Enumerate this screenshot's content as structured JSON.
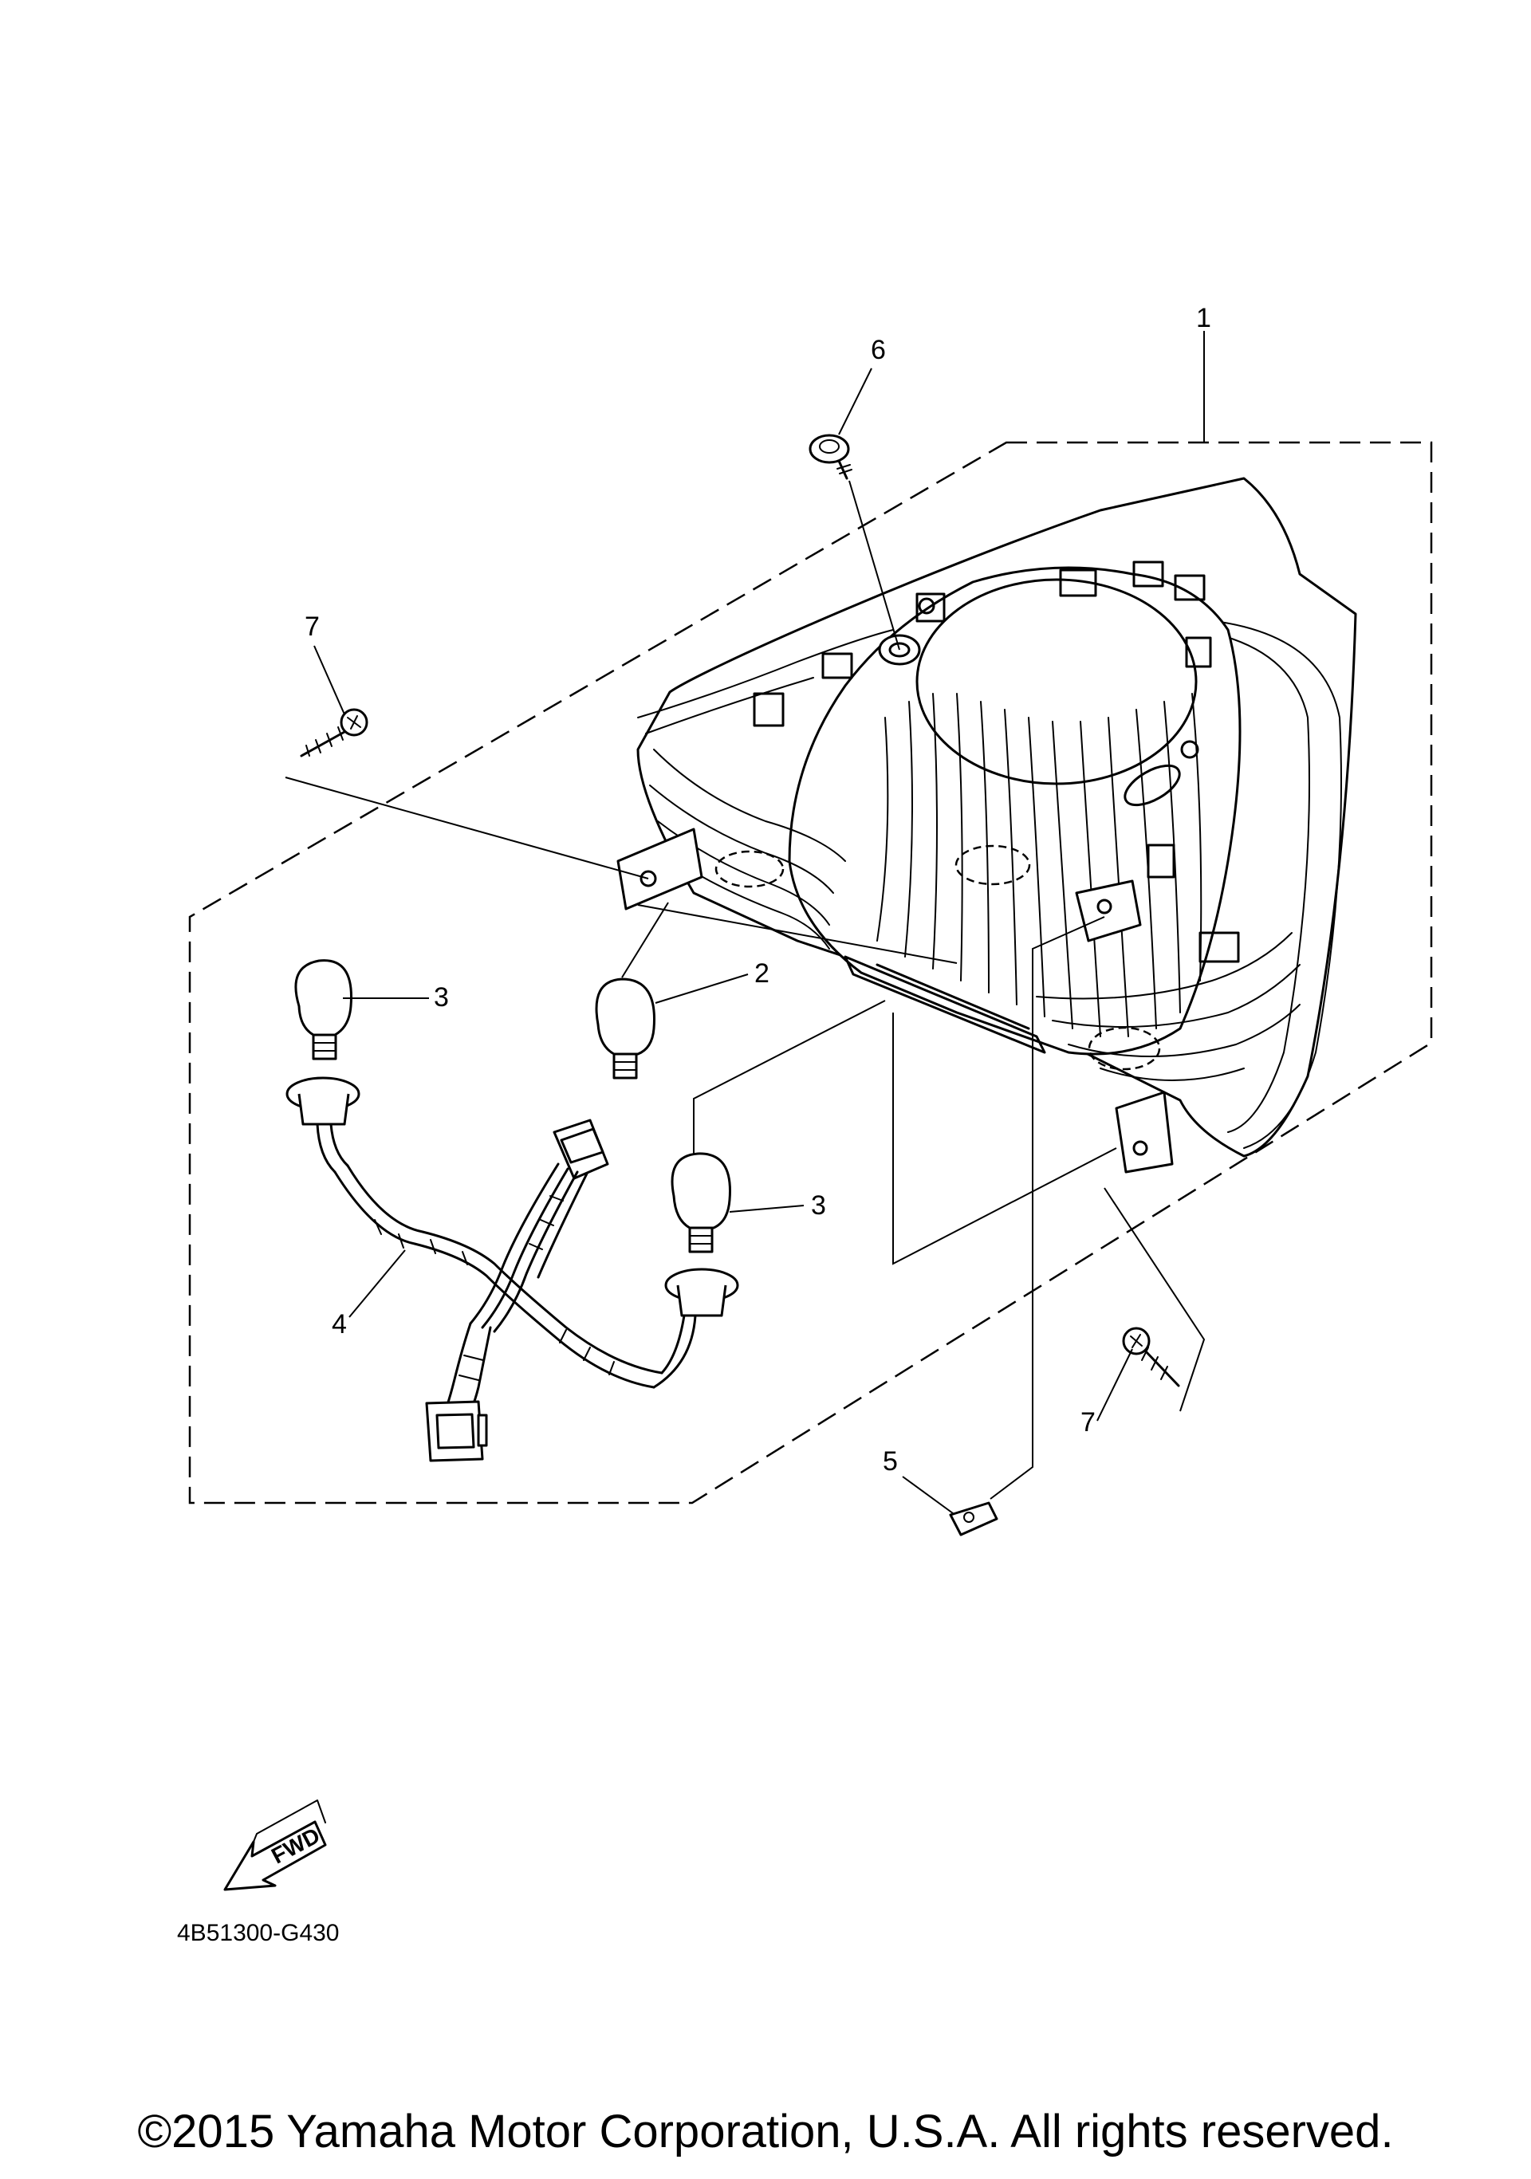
{
  "diagram": {
    "subject": "tail / brake light assembly exploded view",
    "callouts": [
      {
        "id": "1",
        "part": "tail light assembly"
      },
      {
        "id": "2",
        "part": "bulb"
      },
      {
        "id": "3",
        "part": "bulb",
        "count": 2
      },
      {
        "id": "4",
        "part": "bulb socket cord"
      },
      {
        "id": "5",
        "part": "nut clip"
      },
      {
        "id": "6",
        "part": "bolt"
      },
      {
        "id": "7",
        "part": "screw",
        "count": 2
      }
    ],
    "labels": {
      "c1": "1",
      "c2": "2",
      "c3a": "3",
      "c3b": "3",
      "c4": "4",
      "c5": "5",
      "c6": "6",
      "c7a": "7",
      "c7b": "7"
    },
    "fwd_arrow_text": "FWD",
    "diagram_code": "4B51300-G430",
    "copyright": "©2015 Yamaha Motor Corporation, U.S.A. All rights reserved."
  },
  "colors": {
    "line": "#000000",
    "background": "#ffffff"
  }
}
